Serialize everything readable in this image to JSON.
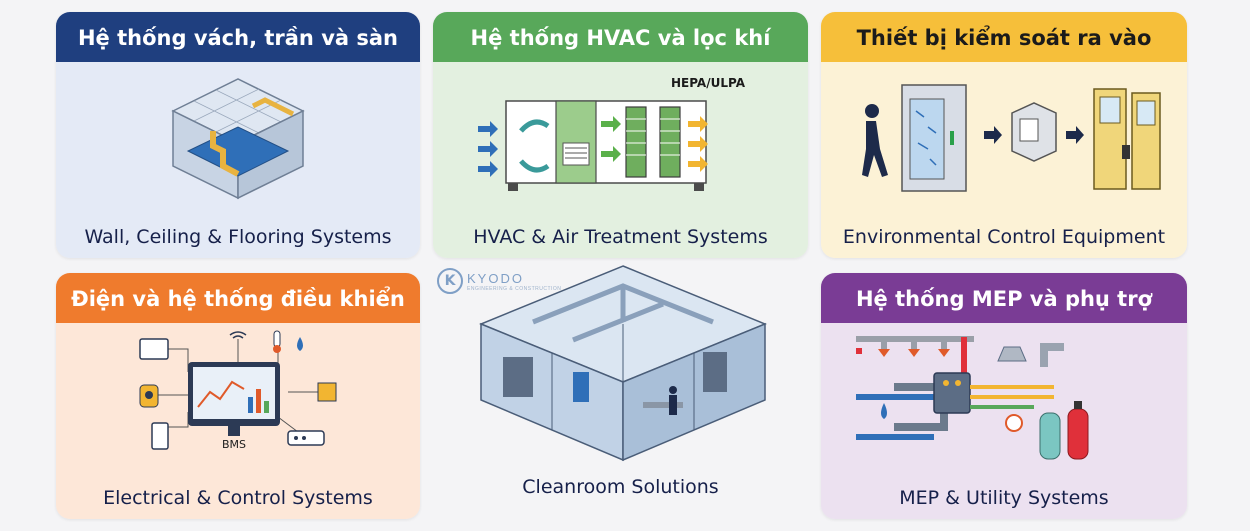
{
  "cards": {
    "wall": {
      "title": "Hệ thống vách, trần và sàn",
      "caption": "Wall, Ceiling & Flooring Systems"
    },
    "hvac": {
      "title": "Hệ thống HVAC và lọc khí",
      "caption": "HVAC & Air Treatment Systems",
      "filter_label": "HEPA/ULPA"
    },
    "access": {
      "title": "Thiết bị kiểm soát ra vào",
      "caption": "Environmental Control Equipment"
    },
    "electrical": {
      "title": "Điện và hệ thống điều khiển",
      "caption": "Electrical & Control Systems",
      "bms_label": "BMS"
    },
    "cleanroom": {
      "caption": "Cleanroom Solutions",
      "logo_mark": "K",
      "logo_name": "KYODO",
      "logo_sub": "ENGINEERING & CONSTRUCTION"
    },
    "mep": {
      "title": "Hệ thống MEP và phụ trợ",
      "caption": "MEP & Utility Systems"
    }
  },
  "colors": {
    "blue_header": "#1f3f7f",
    "green_header": "#58a85a",
    "yellow_header": "#f6bf3a",
    "orange_header": "#ef7b2d",
    "purple_header": "#7a3c95"
  },
  "icons": [
    "cleanroom-box-icon",
    "air-handling-unit-icon",
    "person-walking-icon",
    "air-shower-icon",
    "pass-box-icon",
    "cleanroom-door-icon",
    "bms-monitor-icon",
    "thermometer-icon",
    "water-drop-icon",
    "wifi-icon",
    "sensor-icon",
    "chip-icon",
    "router-icon",
    "fire-extinguisher-icon",
    "gas-cylinder-icon",
    "sprinkler-icon",
    "pipe-manifold-icon"
  ]
}
